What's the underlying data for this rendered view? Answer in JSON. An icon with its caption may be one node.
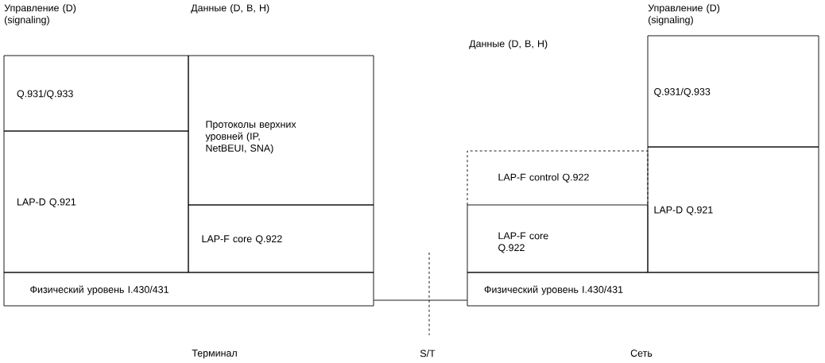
{
  "diagram": {
    "nodes": [
      {
        "text": [
          "Q.931/Q.933"
        ]
      },
      {
        "text": [
          "Протоколы верхних уровней (IP, NetBEUI, SNA)"
        ]
      },
      {
        "text": [
          "LAP-D Q.921"
        ]
      },
      {
        "text": [
          "LAP-F core Q.922"
        ]
      },
      {
        "text": [
          "Физический уровень I.430/431"
        ]
      },
      {
        "text": [
          "Q.931/Q.933"
        ]
      },
      {
        "text": [
          "LAP-F control Q.922"
        ]
      },
      {
        "text": [
          "LAP-F core Q.922"
        ]
      },
      {
        "text": [
          "LAP-D Q.921"
        ]
      },
      {
        "text": [
          "Физический уровень I.430/431"
        ]
      }
    ],
    "edges": [
      {
        "from": 4,
        "to": 9,
        "arrow": "none"
      }
    ],
    "labels": [
      "Управление (D) (signaling)",
      "Данные (D, B, H)",
      "Управление (D) (signaling)",
      "Данные (D, B, H)",
      "Терминал",
      "S/T",
      "Сеть"
    ]
  }
}
